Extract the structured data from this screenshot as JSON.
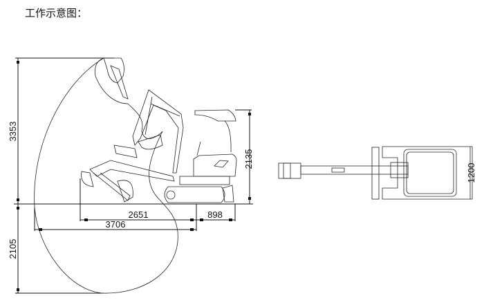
{
  "title": "工作示意图：",
  "side_view": {
    "dimensions": {
      "max_digging_height": "3353",
      "max_digging_depth": "2105",
      "overall_height": "2135",
      "dim_2651": "2651",
      "dim_898": "898",
      "max_digging_reach": "3706"
    }
  },
  "top_view": {
    "dimensions": {
      "width": "1200"
    }
  }
}
